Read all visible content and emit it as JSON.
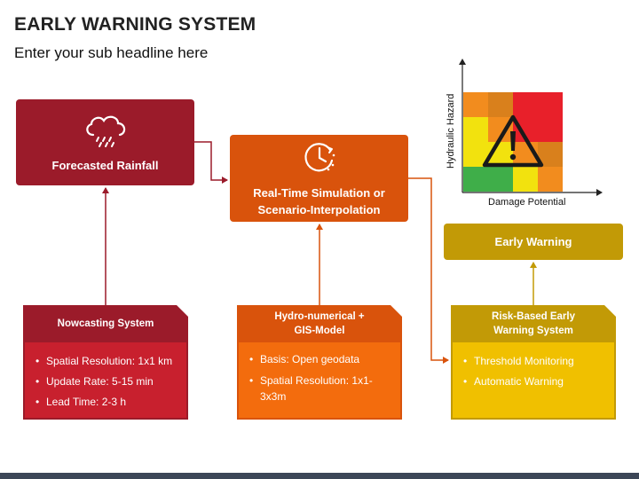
{
  "header": {
    "title": "EARLY WARNING SYSTEM",
    "subtitle": "Enter your sub headline here"
  },
  "nodes": {
    "rainfall": {
      "label": "Forecasted Rainfall",
      "icon": "cloud-rain-icon",
      "color": "#9b1b2a"
    },
    "simulation": {
      "line1": "Real-Time Simulation or",
      "line2": "Scenario-Interpolation",
      "icon": "clock-icon",
      "color": "#d9530c"
    },
    "early_warning": {
      "label": "Early Warning",
      "color": "#c29a06"
    }
  },
  "cards": {
    "nowcasting": {
      "title": "Nowcasting System",
      "items": [
        "Spatial Resolution: 1x1 km",
        "Update Rate: 5-15 min",
        "Lead Time: 2-3 h"
      ]
    },
    "hydro": {
      "title_line1": "Hydro-numerical +",
      "title_line2": "GIS-Model",
      "items": [
        "Basis: Open geodata",
        "Spatial Resolution: 1x1-3x3m"
      ]
    },
    "risk": {
      "title_line1": "Risk-Based Early",
      "title_line2": "Warning System",
      "items": [
        "Threshold Monitoring",
        "Automatic Warning"
      ]
    }
  },
  "risk_matrix": {
    "y_label": "Hydraulic Hazard",
    "x_label": "Damage Potential",
    "icon": "warning-icon",
    "cells": [
      [
        "#f28c1e",
        "#d9801c",
        "#e8202a",
        "#e8202a"
      ],
      [
        "#f2e20e",
        "#f28c1e",
        "#e8202a",
        "#e8202a"
      ],
      [
        "#f2e20e",
        "#f2e20e",
        "#f28c1e",
        "#d9801c"
      ],
      [
        "#3fae49",
        "#3fae49",
        "#f2e20e",
        "#f28c1e"
      ]
    ]
  }
}
